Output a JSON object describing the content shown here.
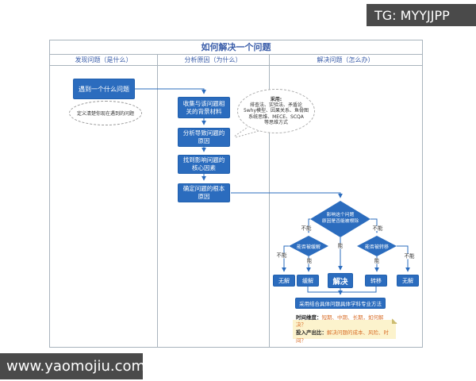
{
  "watermarks": {
    "top_right": "TG: MYYJJPP",
    "bottom_left": "www.yaomojiu.com"
  },
  "table": {
    "title": "如何解决一个问题",
    "columns": [
      {
        "header": "发现问题（是什么）"
      },
      {
        "header": "分析原因（为什么）"
      },
      {
        "header": "解决问题（怎么办）"
      }
    ]
  },
  "discover": {
    "start_box": "遇到一个什么问题",
    "define_note": "定义清楚你现在遇到的问题"
  },
  "analyze": {
    "steps": [
      "收集与该问题相关的背景材料",
      "分析导致问题的原因",
      "找到影响问题的核心因素",
      "确定问题的根本原因"
    ],
    "methods_cloud": {
      "line1": "采用:",
      "line2": "排查法、实验法、矛盾论",
      "line3": "5why模型、因果关系、鱼骨图",
      "line4": "系统思维、MECE、SCQA",
      "line5": "等思维方式"
    }
  },
  "solve": {
    "root_question_line1": "影响这个问题",
    "root_question_line2": "原因是否能被根除",
    "mitigate_question": "能否被缓解",
    "transfer_question": "能否被转移",
    "labels": {
      "can": "能",
      "cannot": "不能"
    },
    "outcomes": {
      "no_solution_left": "无解",
      "mitigate": "缓解",
      "solve": "解决",
      "transfer": "转移",
      "no_solution_right": "无解"
    },
    "method_box": "采用结合具体问题具体学科专业方法",
    "note": {
      "line1_label": "时间维度：",
      "line1_text": "短期、中期、长期，如何解决？",
      "line2_label": "投入产出比：",
      "line2_text": "解决问题的成本、风险、时间？"
    }
  },
  "colors": {
    "box_blue": "#2b6cbe",
    "box_border": "#2160ae",
    "header_text_blue": "#3a5da9",
    "table_border": "#a9b4bd",
    "note_bg": "#fcf3cd",
    "note_accent": "#d9702c",
    "watermark_bg": "#4a4a4a"
  }
}
